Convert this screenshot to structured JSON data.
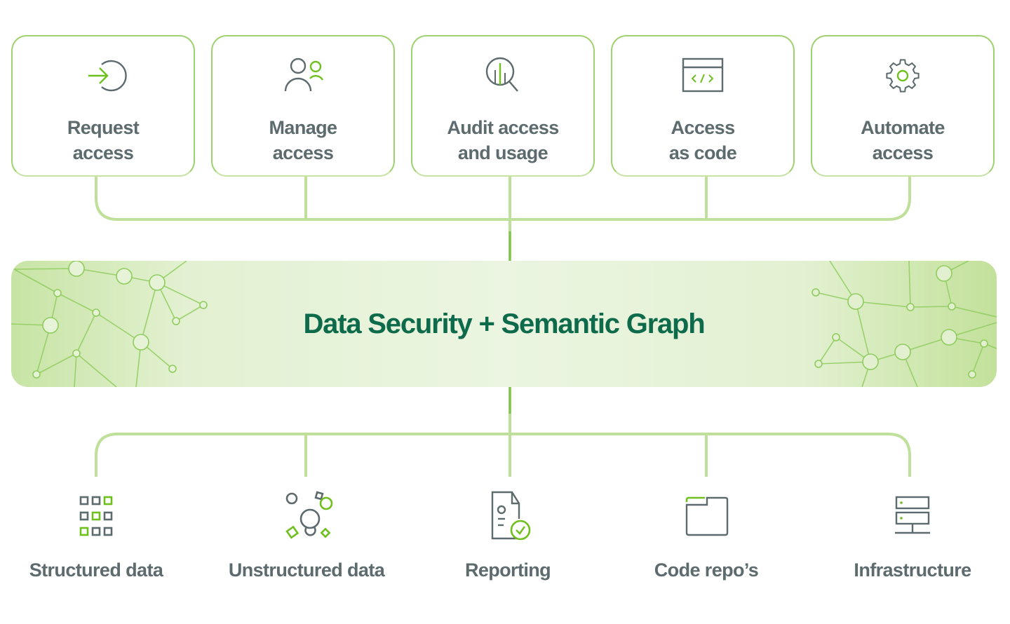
{
  "title": "Data Security + Semantic Graph",
  "colors": {
    "accent_green": "#6fbf1f",
    "line_green": "#b9dc94",
    "title_green": "#0d6b4b",
    "text_gray": "#5d6b6e",
    "icon_gray": "#5d6b6e"
  },
  "capabilities": [
    {
      "label_line1": "Request",
      "label_line2": "access",
      "icon": "request-access-icon"
    },
    {
      "label_line1": "Manage",
      "label_line2": "access",
      "icon": "manage-users-icon"
    },
    {
      "label_line1": "Audit access",
      "label_line2": "and usage",
      "icon": "audit-magnifier-icon"
    },
    {
      "label_line1": "Access",
      "label_line2": "as code",
      "icon": "code-window-icon"
    },
    {
      "label_line1": "Automate",
      "label_line2": "access",
      "icon": "gear-icon"
    }
  ],
  "sources": [
    {
      "label": "Structured data",
      "icon": "grid-icon"
    },
    {
      "label": "Unstructured data",
      "icon": "scattered-shapes-icon"
    },
    {
      "label": "Reporting",
      "icon": "report-check-icon"
    },
    {
      "label": "Code repo’s",
      "icon": "folder-icon"
    },
    {
      "label": "Infrastructure",
      "icon": "server-icon"
    }
  ]
}
